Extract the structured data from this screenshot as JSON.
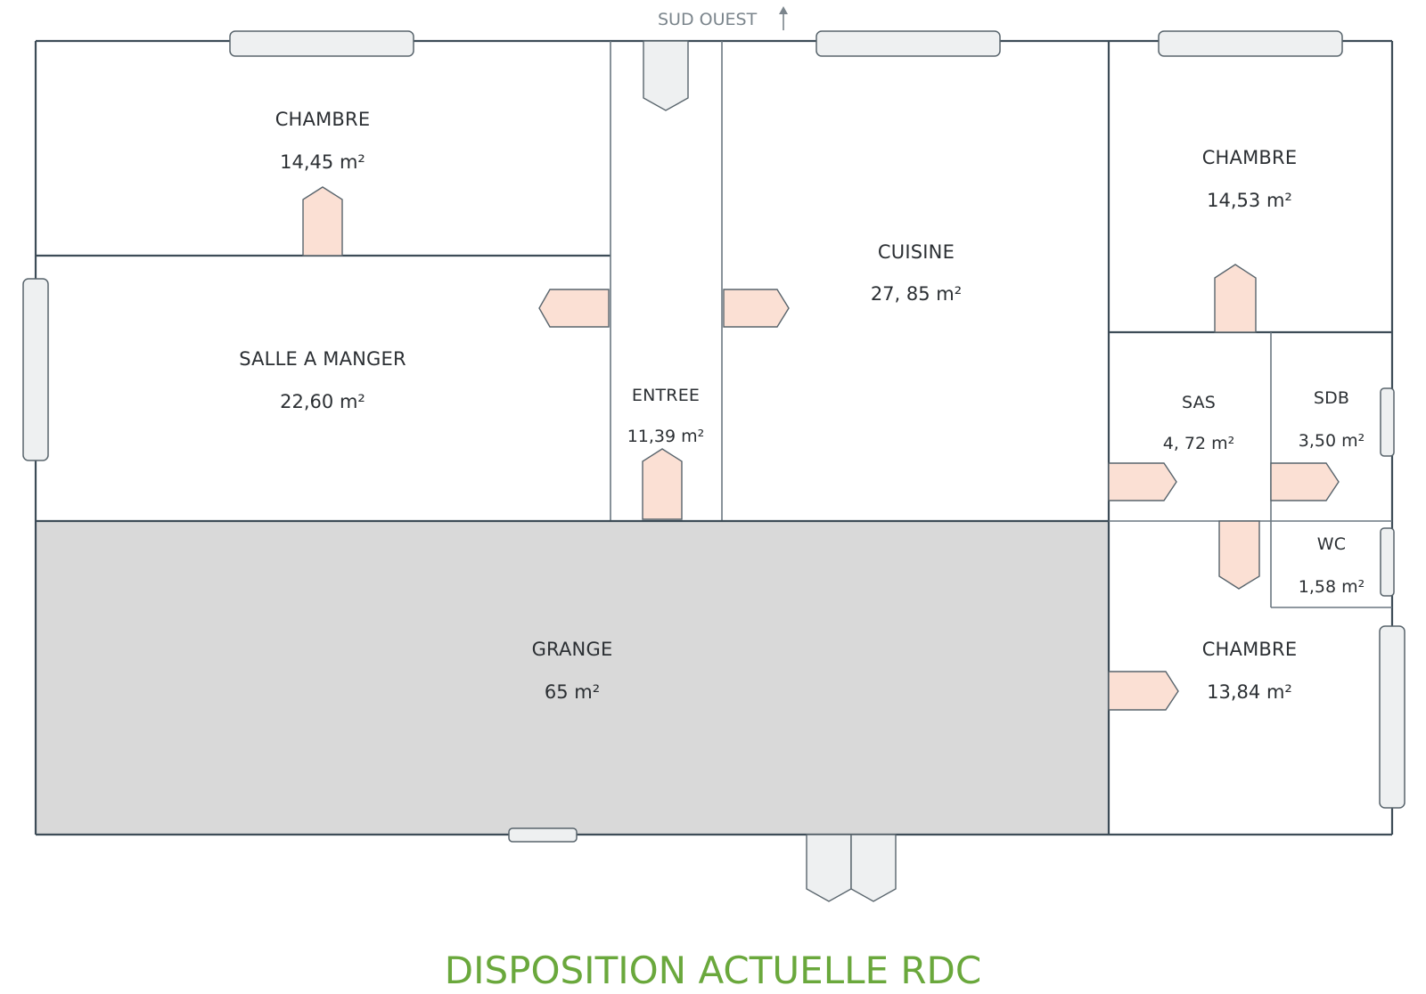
{
  "orientation": {
    "label": "SUD OUEST",
    "arrow_icon": "north-arrow-icon"
  },
  "title": "DISPOSITION ACTUELLE RDC",
  "colors": {
    "wall": "#3d4c57",
    "barn_fill": "#d9d9d9",
    "interior_door": "#fbe0d4",
    "exterior_door_window": "#eef0f1",
    "title": "#6aa83c",
    "orientation": "#7b858c"
  },
  "rooms": {
    "chambre_1": {
      "name": "CHAMBRE",
      "area": "14,45 m²"
    },
    "salle_a_manger": {
      "name": "SALLE A MANGER",
      "area": "22,60 m²"
    },
    "entree": {
      "name": "ENTREE",
      "area": "11,39 m²"
    },
    "cuisine": {
      "name": "CUISINE",
      "area": "27, 85 m²"
    },
    "chambre_2": {
      "name": "CHAMBRE",
      "area": "14,53 m²"
    },
    "sas": {
      "name": "SAS",
      "area": "4, 72 m²"
    },
    "sdb": {
      "name": "SDB",
      "area": "3,50 m²"
    },
    "wc": {
      "name": "WC",
      "area": "1,58 m²"
    },
    "grange": {
      "name": "GRANGE",
      "area": "65 m²"
    },
    "chambre_3": {
      "name": "CHAMBRE",
      "area": "13,84 m²"
    }
  }
}
